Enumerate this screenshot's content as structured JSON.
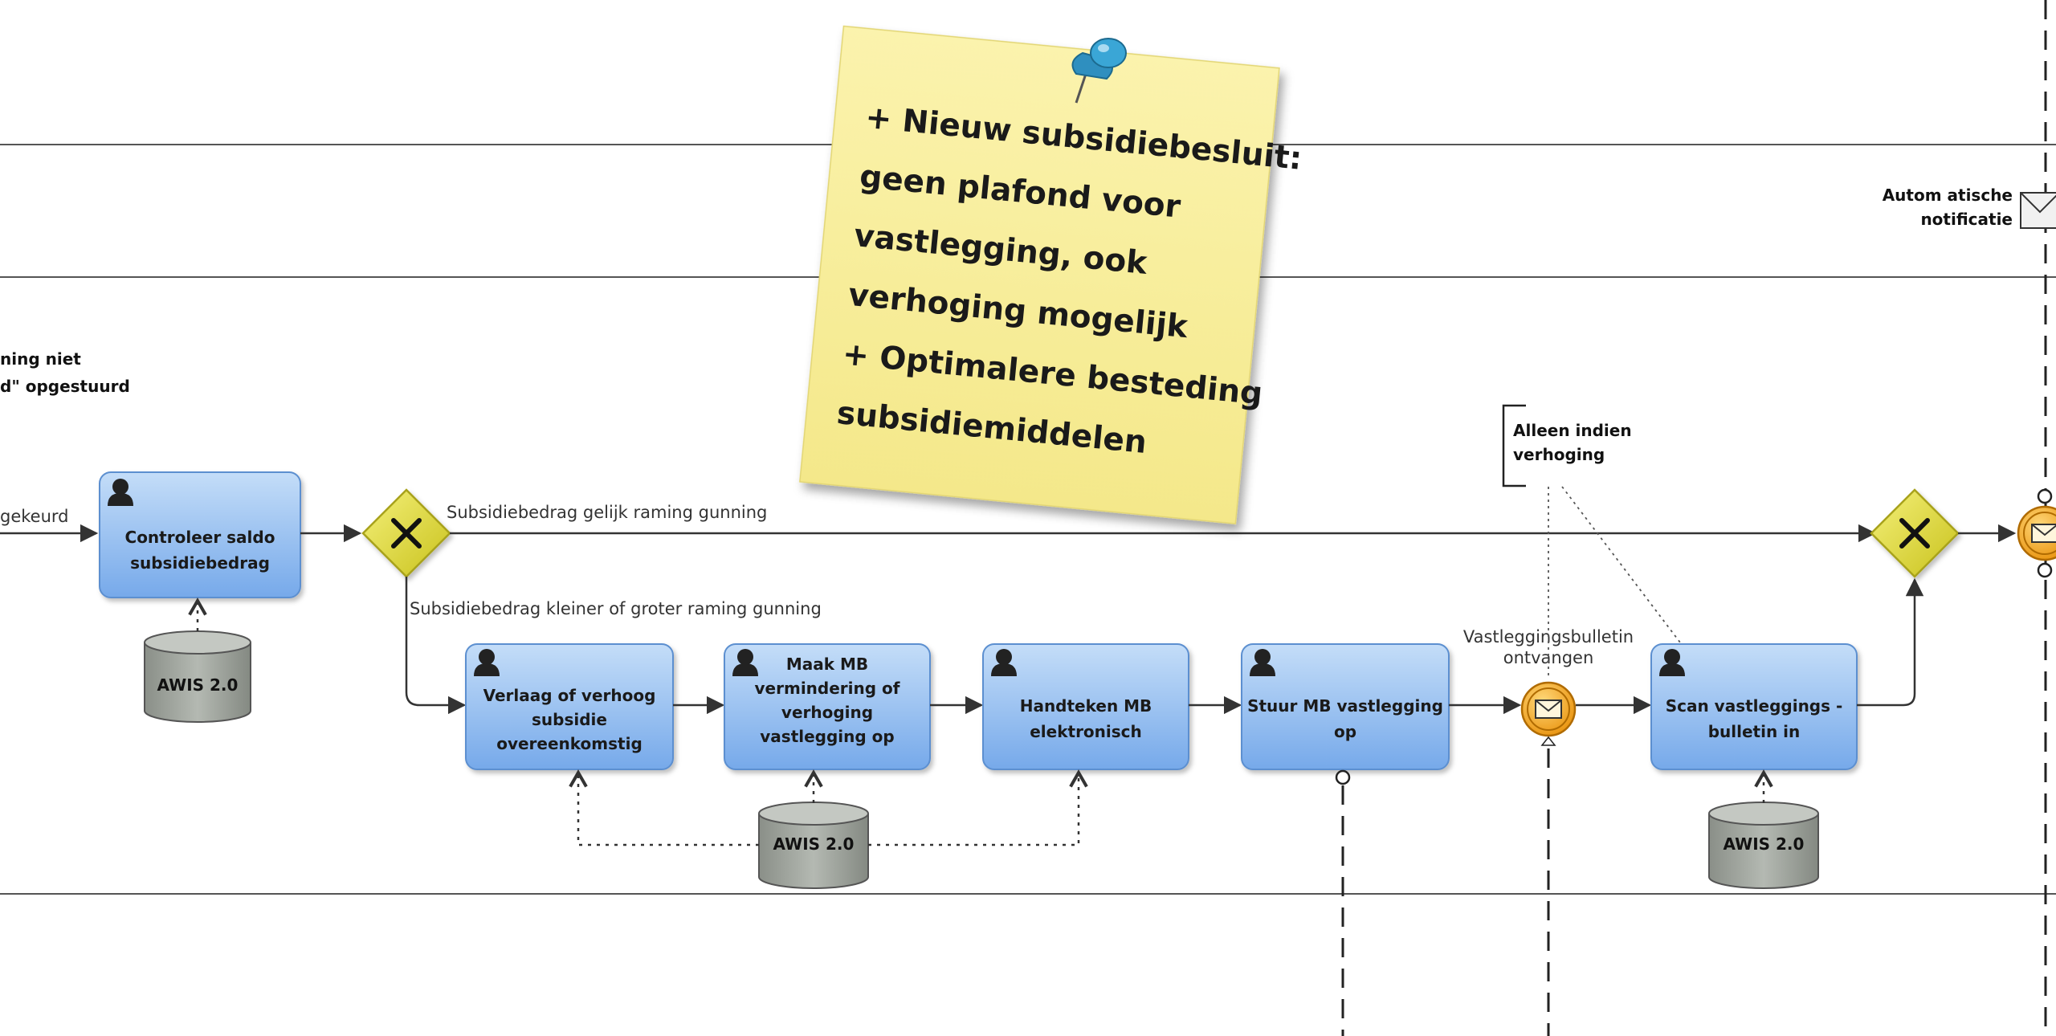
{
  "lane_partial_text": {
    "left_line1": "ning niet",
    "left_line2": "d\" opgestuurd",
    "left_flow": "gekeurd"
  },
  "tasks": [
    {
      "id": "t1",
      "lines": [
        "Controleer saldo",
        "subsidiebedrag"
      ]
    },
    {
      "id": "t2",
      "lines": [
        "Verlaag of verhoog",
        "subsidie",
        "overeenkomstig"
      ]
    },
    {
      "id": "t3",
      "lines": [
        "Maak MB",
        "vermindering of",
        "verhoging",
        "vastlegging op"
      ]
    },
    {
      "id": "t4",
      "lines": [
        "Handteken MB",
        "elektronisch"
      ]
    },
    {
      "id": "t5",
      "lines": [
        "Stuur MB vastlegging",
        "op"
      ]
    },
    {
      "id": "t6",
      "lines": [
        "Scan vastleggings -",
        "bulletin in"
      ]
    }
  ],
  "data_stores": [
    "AWIS 2.0",
    "AWIS 2.0",
    "AWIS 2.0"
  ],
  "flow_labels": {
    "equal": "Subsidiebedrag gelijk raming gunning",
    "different": "Subsidiebedrag kleiner of groter raming gunning"
  },
  "event_label": [
    "Vastleggingsbulletin",
    "ontvangen"
  ],
  "annotation": [
    "Alleen indien",
    "verhoging"
  ],
  "notification": [
    "Autom atische",
    "notificatie"
  ],
  "sticky_note": [
    "+ Nieuw subsidiebesluit:",
    "geen plafond voor",
    "vastlegging, ook",
    "verhoging mogelijk",
    "+ Optimalere besteding",
    "subsidiemiddelen"
  ],
  "colors": {
    "task_fill_top": "#b9d7f7",
    "task_fill_bottom": "#7fb0ec",
    "task_stroke": "#5b8fd0",
    "gateway_fill": "#e6e24a",
    "event_fill": "#f0a81e",
    "store_fill": "#9da39c",
    "sticky_fill": "#f9ef9c",
    "pin": "#2f8fbf"
  }
}
